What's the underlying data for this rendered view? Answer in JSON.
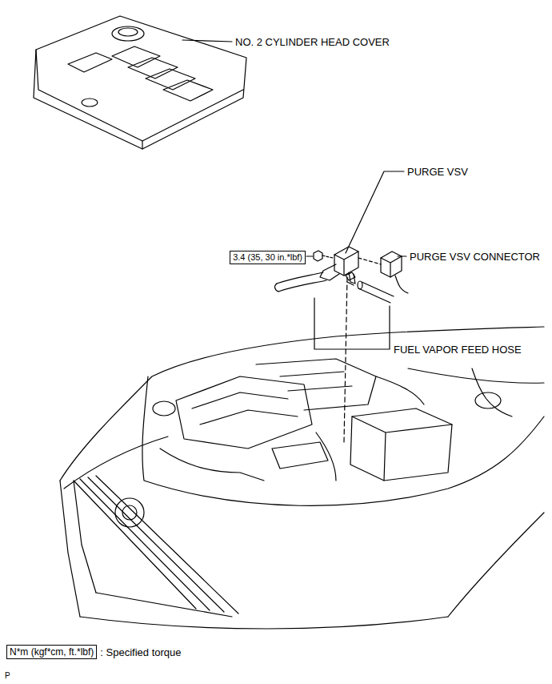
{
  "diagram": {
    "nodes": [
      {
        "text": [
          "3.4 (35, 30 in.*lbf)"
        ]
      },
      {
        "text": [
          "N*m (kgf*cm, ft.*lbf)"
        ]
      }
    ],
    "labels": [
      "NO. 2 CYLINDER HEAD COVER",
      "PURGE VSV",
      "PURGE VSV CONNECTOR",
      "FUEL VAPOR FEED HOSE",
      ": Specified torque",
      "P"
    ]
  }
}
